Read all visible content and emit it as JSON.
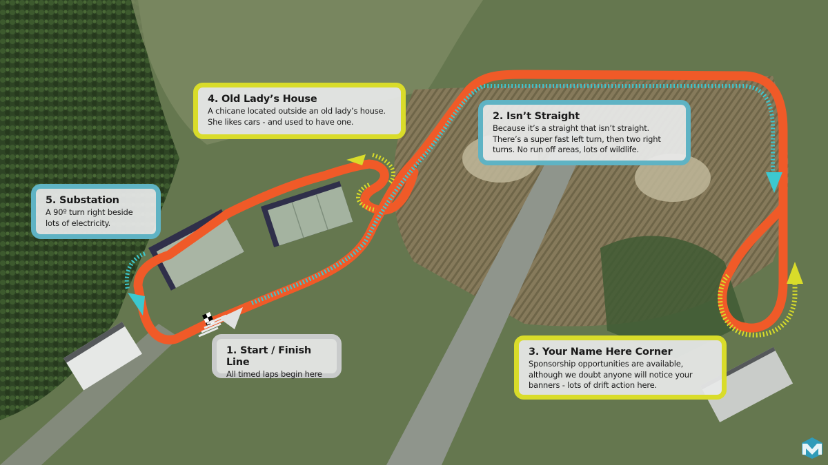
{
  "map": {
    "type": "aerial racetrack map",
    "colors": {
      "track": "#f05a28",
      "accent_cyan": "#3cc8d0",
      "accent_yellow": "#d9dc2a",
      "callout_bg": "#e8eaea",
      "callout_border_cyan": "#5fb3c4",
      "callout_border_yellow": "#d9dc2a",
      "callout_border_grey": "#c9cbcb"
    }
  },
  "callouts": [
    {
      "id": "start-finish",
      "title": "1. Start / Finish Line",
      "body": "All timed laps begin here",
      "color": "grey"
    },
    {
      "id": "isnt-straight",
      "title": "2. Isn’t Straight",
      "body": "Because it’s a straight that isn’t straight. There’s a super fast left turn, then two right turns. No run off areas, lots of wildlife.",
      "color": "cyan"
    },
    {
      "id": "your-name-here",
      "title": "3. Your Name Here Corner",
      "body": "Sponsorship opportunities are available, although we doubt anyone will notice your banners - lots of drift action here.",
      "color": "yellow"
    },
    {
      "id": "old-ladys-house",
      "title": "4. Old Lady’s House",
      "body": "A chicane located outside an old lady’s house. She likes cars - and used to have one.",
      "color": "yellow"
    },
    {
      "id": "substation",
      "title": "5. Substation",
      "body": "A 90º turn right beside lots of electricity.",
      "color": "cyan"
    }
  ],
  "markers": {
    "start_finish": "checkered-flag",
    "logo": "m-cube-logo"
  }
}
